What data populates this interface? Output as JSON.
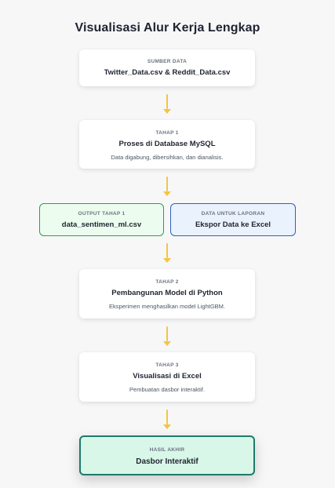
{
  "title": "Visualisasi Alur Kerja Lengkap",
  "colors": {
    "arrow": "#f4c542",
    "output_green_border": "#2f9e48",
    "output_green_fill": "#ecfdf0",
    "report_blue_border": "#2f63b8",
    "report_blue_fill": "#eaf2fd",
    "final_border": "#1f7a6a",
    "final_fill": "#d8f7e8"
  },
  "nodes": {
    "source": {
      "caption": "SUMBER DATA",
      "heading": "Twitter_Data.csv & Reddit_Data.csv"
    },
    "stage1": {
      "caption": "TAHAP 1",
      "heading": "Proses di Database MySQL",
      "description": "Data digabung, dibersihkan, dan dianalisis."
    },
    "output1": {
      "caption": "OUTPUT TAHAP 1",
      "heading": "data_sentimen_ml.csv"
    },
    "report": {
      "caption": "DATA UNTUK LAPORAN",
      "heading": "Ekspor Data ke Excel"
    },
    "stage2": {
      "caption": "TAHAP 2",
      "heading": "Pembangunan Model di Python",
      "description": "Eksperimen menghasilkan model LightGBM."
    },
    "stage3": {
      "caption": "TAHAP 3",
      "heading": "Visualisasi di Excel",
      "description": "Pembuatan dasbor interaktif."
    },
    "final": {
      "caption": "HASIL AKHIR",
      "heading": "Dasbor Interaktif"
    }
  }
}
